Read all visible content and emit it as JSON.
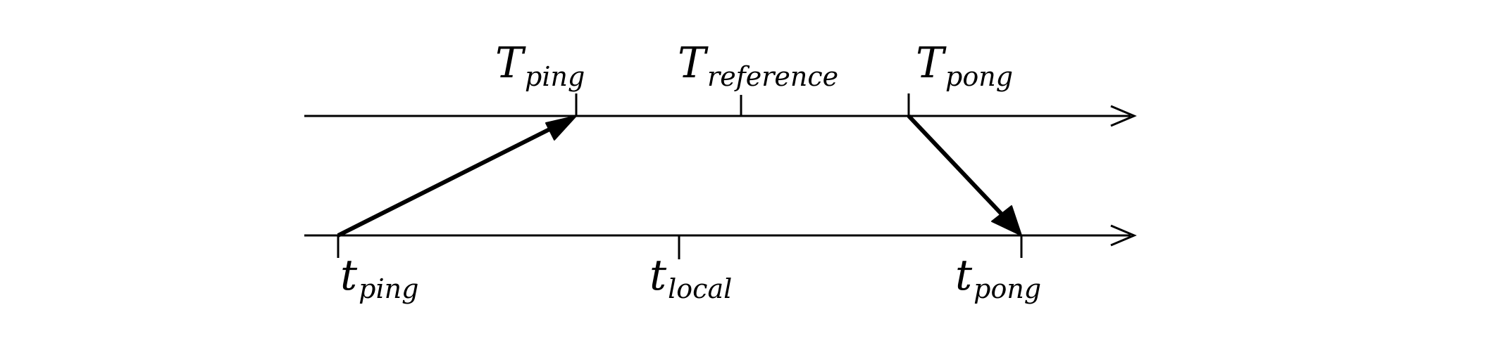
{
  "diagram": {
    "upper_timeline": {
      "labels": [
        {
          "base": "T",
          "sub": "ping"
        },
        {
          "base": "T",
          "sub": "reference"
        },
        {
          "base": "T",
          "sub": "pong"
        }
      ]
    },
    "lower_timeline": {
      "labels": [
        {
          "base": "t",
          "sub": "ping"
        },
        {
          "base": "t",
          "sub": "local"
        },
        {
          "base": "t",
          "sub": "pong"
        }
      ]
    },
    "colors": {
      "stroke": "#000000",
      "background": "#ffffff"
    }
  }
}
